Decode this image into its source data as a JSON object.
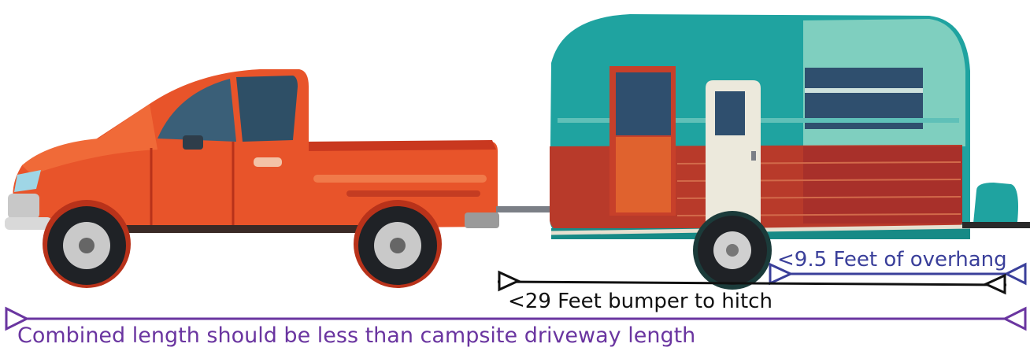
{
  "labels": {
    "overhang": "<9.5 Feet of overhang",
    "bumper_to_hitch": "<29 Feet bumper to hitch",
    "combined": "Combined length should be less than campsite driveway length"
  },
  "colors": {
    "truck": "#e8542a",
    "truck_dark": "#b8321a",
    "trailer_teal": "#1fa3a0",
    "trailer_red": "#b83a2a",
    "door": "#ece9dc",
    "window": "#2f4f6e",
    "overhang_line": "#3a3f9a",
    "bumper_line": "#111111",
    "combined_line": "#6a35a0"
  }
}
